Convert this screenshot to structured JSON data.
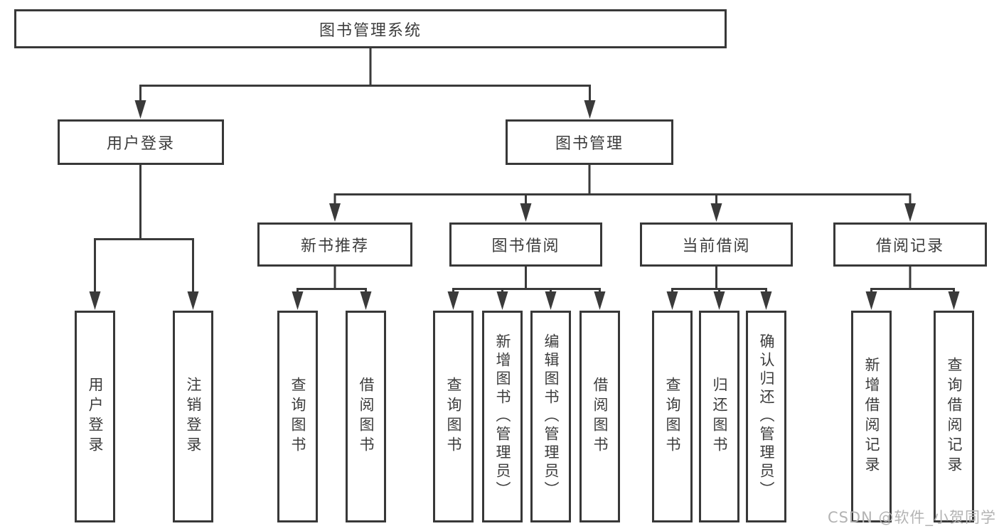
{
  "root": {
    "label": "图书管理系统"
  },
  "login": {
    "label": "用户登录",
    "children": [
      "用户登录",
      "注销登录"
    ]
  },
  "management": {
    "label": "图书管理",
    "sections": [
      {
        "label": "新书推荐",
        "children": [
          "查询图书",
          "借阅图书"
        ]
      },
      {
        "label": "图书借阅",
        "children": [
          "查询图书",
          "新增图书（管理员）",
          "编辑图书（管理员）",
          "借阅图书"
        ]
      },
      {
        "label": "当前借阅",
        "children": [
          "查询图书",
          "归还图书",
          "确认归还（管理员）"
        ]
      },
      {
        "label": "借阅记录",
        "children": [
          "新增借阅记录",
          "查询借阅记录"
        ]
      }
    ]
  },
  "watermark": {
    "text": "CSDN @软件_小贺同学"
  },
  "colors": {
    "line": "#3a3a3a",
    "border": "#383838",
    "text": "#3c3c3c",
    "watermark": "#b3b3b3"
  }
}
